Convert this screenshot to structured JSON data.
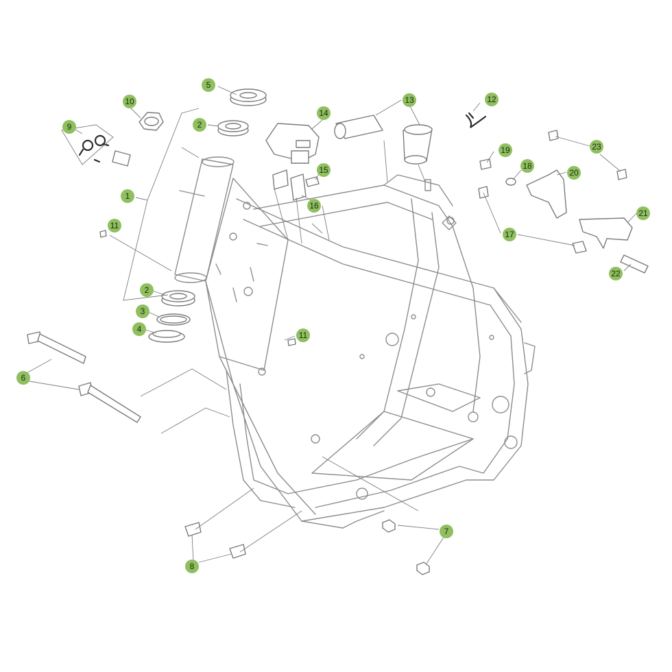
{
  "callouts": {
    "c1": "1",
    "c2a": "2",
    "c2b": "2",
    "c3": "3",
    "c4": "4",
    "c5": "5",
    "c6": "6",
    "c7": "7",
    "c8": "8",
    "c9": "9",
    "c10": "10",
    "c11a": "11",
    "c11b": "11",
    "c12": "12",
    "c13": "13",
    "c14": "14",
    "c15": "15",
    "c16": "16",
    "c17": "17",
    "c18": "18",
    "c19": "19",
    "c20": "20",
    "c21": "21",
    "c22": "22",
    "c23": "23"
  },
  "colors": {
    "callout_fill": "#8fbf5f",
    "line": "#9a9a9a"
  }
}
